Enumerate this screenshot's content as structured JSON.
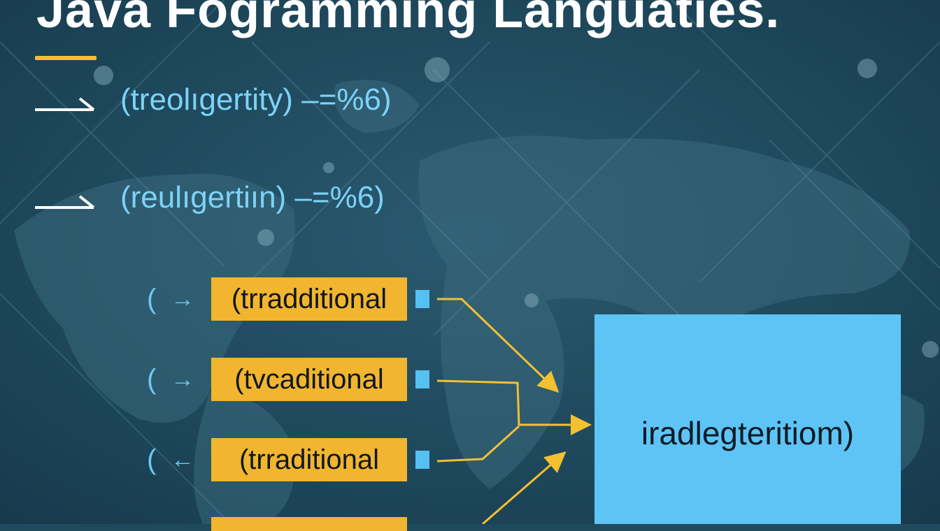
{
  "title": "Java Fogramming Languaties.",
  "colors": {
    "background": "#1f4a5e",
    "accent": "#f2c130",
    "box": "#f1b52f",
    "target": "#5ec4f5",
    "bullet_text": "#7cd3f7"
  },
  "bullets": [
    {
      "text": "(treolıgertity) –=%6)"
    },
    {
      "text": "(reulıgertiın) –=%6)"
    }
  ],
  "rows": [
    {
      "paren": "(",
      "arrow": "→",
      "label": "(trradditional"
    },
    {
      "paren": "(",
      "arrow": "→",
      "label": "(tvcaditional"
    },
    {
      "paren": "(",
      "arrow": "←",
      "label": "(trraditional"
    }
  ],
  "target": {
    "label": "iradlegteritiom)"
  }
}
